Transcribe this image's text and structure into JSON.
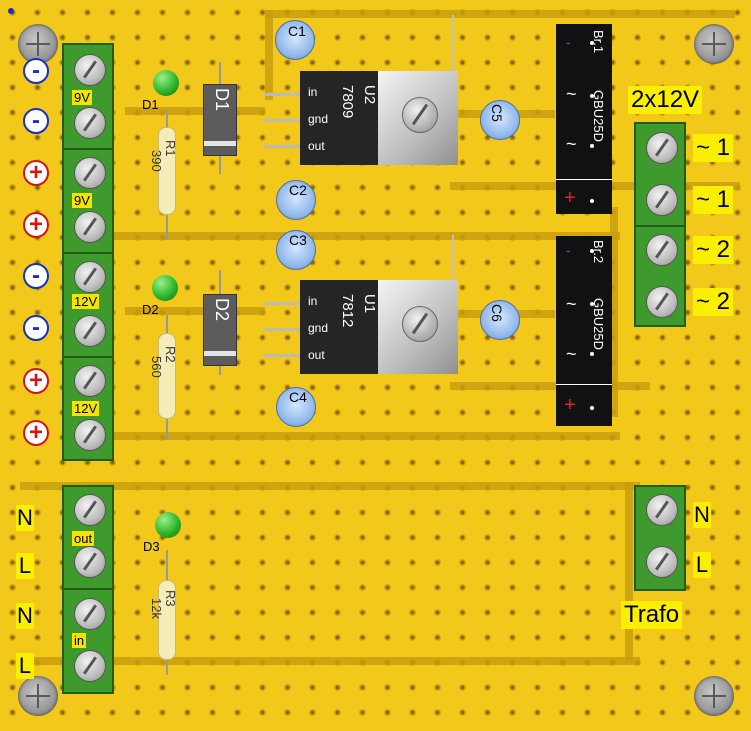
{
  "board": {
    "left_side": {
      "polarity_marks": [
        "-",
        "-",
        "+",
        "+",
        "-",
        "-",
        "+",
        "+"
      ],
      "terminal_labels": [
        "9V",
        "9V",
        "12V",
        "12V"
      ],
      "lower_letters": [
        "N",
        "L",
        "N",
        "L"
      ],
      "lower_terminal_labels": [
        "out",
        "in"
      ]
    },
    "leds": [
      "D1",
      "D2",
      "D3"
    ],
    "resistors": [
      {
        "ref": "R1",
        "value": "390"
      },
      {
        "ref": "R2",
        "value": "560"
      },
      {
        "ref": "R3",
        "value": "12k"
      }
    ],
    "diodes": [
      "D1",
      "D2"
    ],
    "capacitors": [
      "C1",
      "C2",
      "C3",
      "C4",
      "C5",
      "C6"
    ],
    "regulators": [
      {
        "ref": "U2",
        "part": "7809",
        "pins": [
          "in",
          "gnd",
          "out"
        ]
      },
      {
        "ref": "U1",
        "part": "7812",
        "pins": [
          "in",
          "gnd",
          "out"
        ]
      }
    ],
    "bridges": [
      {
        "ref": "Br.1",
        "part": "GBU25D"
      },
      {
        "ref": "Br.2",
        "part": "GBU25D"
      }
    ],
    "bridge_symbols": {
      "minus": "-",
      "ac": "~",
      "plus": "+"
    },
    "right_side": {
      "title": "2x12V",
      "ac_labels": [
        "~ 1",
        "~ 1",
        "~ 2",
        "~ 2"
      ],
      "trafo_letters": [
        "N",
        "L"
      ],
      "trafo_label": "Trafo"
    }
  }
}
